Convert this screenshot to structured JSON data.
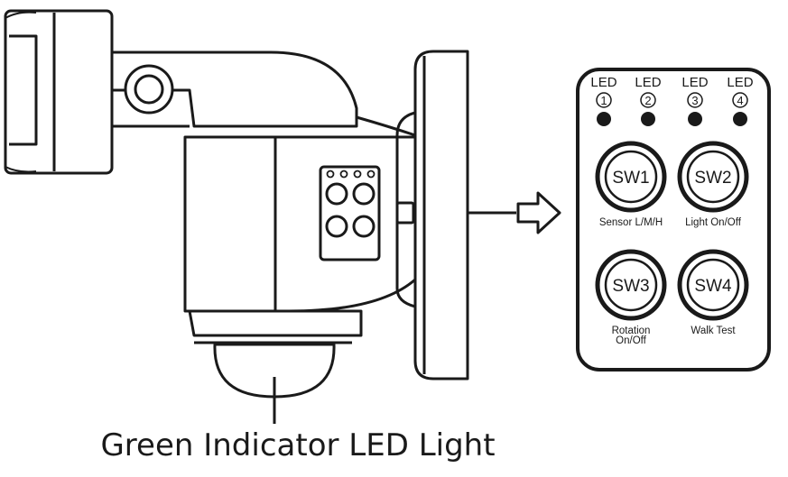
{
  "caption": "Green Indicator LED Light",
  "panel": {
    "leds": [
      {
        "label": "LED",
        "number": "1"
      },
      {
        "label": "LED",
        "number": "2"
      },
      {
        "label": "LED",
        "number": "3"
      },
      {
        "label": "LED",
        "number": "4"
      }
    ],
    "switches": [
      {
        "name": "SW1",
        "caption_lines": [
          "Sensor L/M/H"
        ]
      },
      {
        "name": "SW2",
        "caption_lines": [
          "Light On/Off"
        ]
      },
      {
        "name": "SW3",
        "caption_lines": [
          "Rotation",
          "On/Off"
        ]
      },
      {
        "name": "SW4",
        "caption_lines": [
          "Walk Test"
        ]
      }
    ]
  },
  "colors": {
    "stroke": "#1a1a1a",
    "led_fill": "#1a1a1a",
    "background": "#ffffff"
  }
}
